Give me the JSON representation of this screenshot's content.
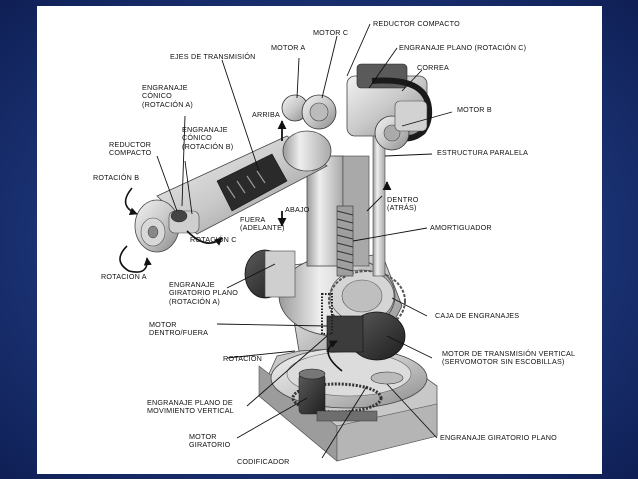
{
  "colors": {
    "slide_background": "#1c3578",
    "panel": "#ffffff",
    "ink": "#111111",
    "metal_light": "#e6e6e6",
    "metal_mid": "#bdbdbd",
    "metal_dark": "#4a4a4a"
  },
  "labels": {
    "motor_c": "MOTOR C",
    "reductor_compacto_top": "REDUCTOR COMPACTO",
    "motor_a": "MOTOR A",
    "engranaje_plano_c": "ENGRANAJE PLANO (ROTACIÓN C)",
    "ejes_transmision": "EJES DE TRANSMISIÓN",
    "correa": "CORREA",
    "engranaje_conico_a": "ENGRANAJE\nCÓNICO\n(ROTACIÓN A)",
    "arriba": "ARRIBA",
    "motor_b": "MOTOR B",
    "reductor_compacto_left": "REDUCTOR\nCOMPACTO",
    "engranaje_conico_b": "ENGRANAJE\nCÓNICO\n(ROTACIÓN B)",
    "estructura_paralela": "ESTRUCTURA PARALELA",
    "rotacion_b": "ROTACIÓN B",
    "dentro": "DENTRO\n(ATRÁS)",
    "abajo": "ABAJO",
    "fuera": "FUERA\n(ADELANTE)",
    "amortiguador": "AMORTIGUADOR",
    "rotacion_c": "ROTACIÓN C",
    "rotacion_a": "ROTACION A",
    "engranaje_giratorio_a": "ENGRANAJE\nGIRATORIO PLANO\n(ROTACIÓN A)",
    "caja_engranajes": "CAJA DE ENGRANAJES",
    "motor_dentro_fuera": "MOTOR\nDENTRO/FUERA",
    "rotacion": "ROTACIÓN",
    "motor_transmision_vertical": "MOTOR DE TRANSMISIÓN VERTICAL\n(SERVOMOTOR SIN ESCOBILLAS)",
    "engranaje_plano_vertical": "ENGRANAJE PLANO DE\nMOVIMIENTO VERTICAL",
    "motor_giratorio": "MOTOR\nGIRATORIO",
    "engranaje_giratorio_plano": "ENGRANAJE GIRATORIO PLANO",
    "codificador": "CODIFICADOR"
  },
  "icons": [
    "rotation-arrow-icon",
    "direction-arrow-icon"
  ]
}
